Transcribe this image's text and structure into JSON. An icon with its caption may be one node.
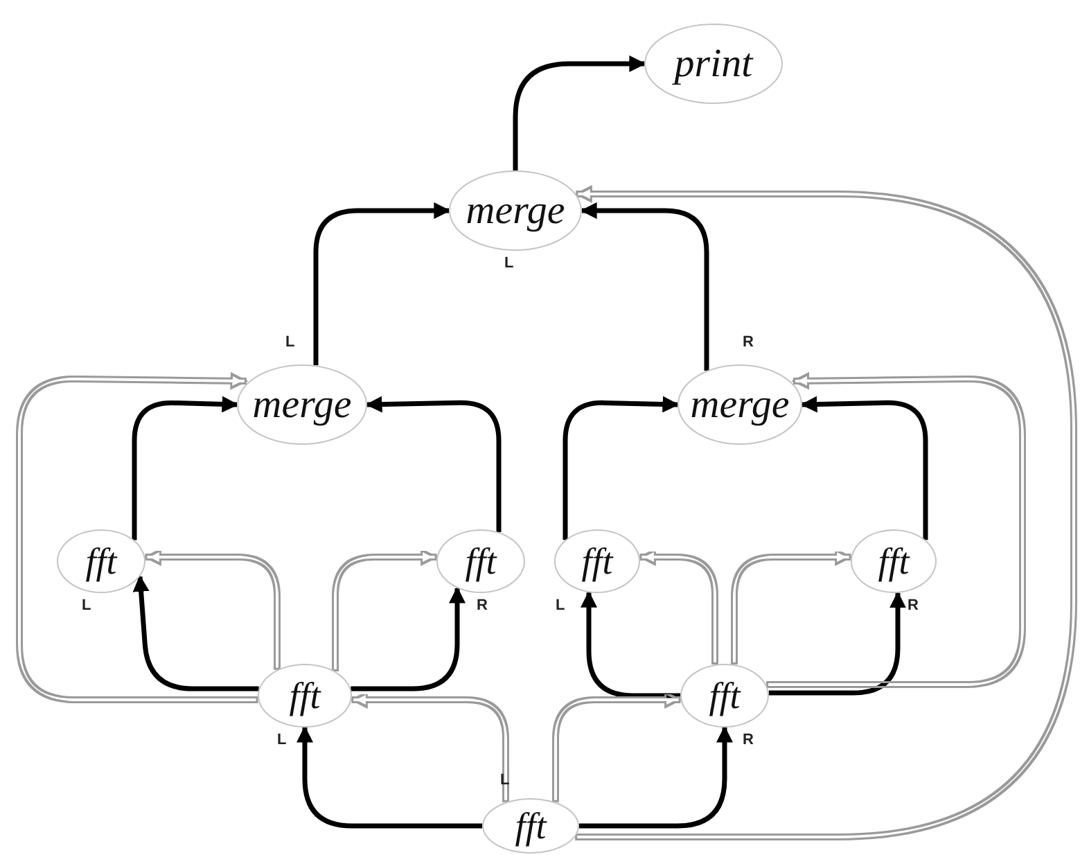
{
  "diagram": {
    "nodes": [
      {
        "text": [
          "print"
        ]
      },
      {
        "text": [
          "merge"
        ],
        "beside": [
          "L"
        ]
      },
      {
        "text": [
          "merge"
        ],
        "beside": [
          "L"
        ]
      },
      {
        "text": [
          "merge"
        ],
        "beside": [
          "R"
        ]
      },
      {
        "text": [
          "fft"
        ],
        "beside": [
          "L"
        ]
      },
      {
        "text": [
          "fft"
        ],
        "beside": [
          "R"
        ]
      },
      {
        "text": [
          "fft"
        ],
        "beside": [
          "L"
        ]
      },
      {
        "text": [
          "fft"
        ],
        "beside": [
          "R"
        ]
      },
      {
        "text": [
          "fft"
        ],
        "beside": [
          "L"
        ]
      },
      {
        "text": [
          "fft"
        ],
        "beside": [
          "R"
        ]
      },
      {
        "text": [
          "fft"
        ],
        "beside": [
          "L"
        ]
      }
    ],
    "edges": [
      {
        "from": 1,
        "to": 0,
        "arrow": "to"
      },
      {
        "from": 2,
        "to": 1,
        "arrow": "to"
      },
      {
        "from": 3,
        "to": 1,
        "arrow": "to"
      },
      {
        "from": 4,
        "to": 2,
        "arrow": "to"
      },
      {
        "from": 5,
        "to": 2,
        "arrow": "to"
      },
      {
        "from": 6,
        "to": 3,
        "arrow": "to"
      },
      {
        "from": 7,
        "to": 3,
        "arrow": "to"
      },
      {
        "from": 8,
        "to": 4,
        "arrow": "to"
      },
      {
        "from": 8,
        "to": 5,
        "arrow": "to"
      },
      {
        "from": 9,
        "to": 6,
        "arrow": "to"
      },
      {
        "from": 9,
        "to": 7,
        "arrow": "to"
      },
      {
        "from": 10,
        "to": 8,
        "arrow": "to"
      },
      {
        "from": 10,
        "to": 9,
        "arrow": "to"
      },
      {
        "from": 10,
        "to": 8,
        "arrow": "to",
        "color": "#9a9a9a"
      },
      {
        "from": 10,
        "to": 9,
        "arrow": "to",
        "color": "#9a9a9a"
      },
      {
        "from": 10,
        "to": 1,
        "arrow": "to",
        "color": "#9a9a9a"
      },
      {
        "from": 8,
        "to": 4,
        "arrow": "to",
        "color": "#9a9a9a"
      },
      {
        "from": 8,
        "to": 5,
        "arrow": "to",
        "color": "#9a9a9a"
      },
      {
        "from": 8,
        "to": 2,
        "arrow": "to",
        "color": "#9a9a9a"
      },
      {
        "from": 9,
        "to": 6,
        "arrow": "to",
        "color": "#9a9a9a"
      },
      {
        "from": 9,
        "to": 7,
        "arrow": "to",
        "color": "#9a9a9a"
      },
      {
        "from": 9,
        "to": 3,
        "arrow": "to",
        "color": "#9a9a9a"
      }
    ]
  }
}
